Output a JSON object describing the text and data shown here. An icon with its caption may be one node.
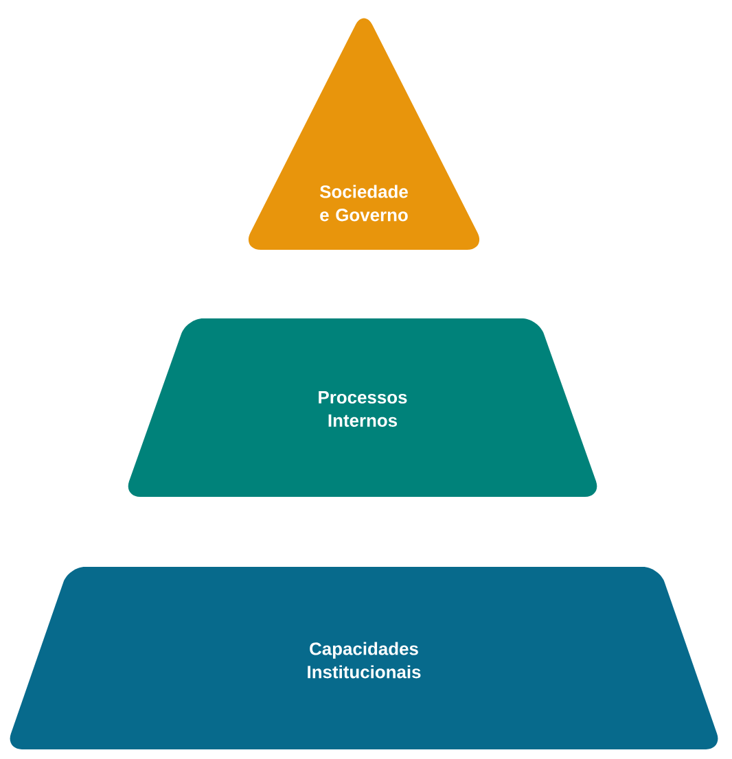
{
  "diagram": {
    "nodes": [
      {
        "text": [
          "Sociedade e Governo"
        ]
      },
      {
        "text": [
          "Processos Internos"
        ]
      },
      {
        "text": [
          "Capacidades Institucionais"
        ]
      }
    ]
  }
}
